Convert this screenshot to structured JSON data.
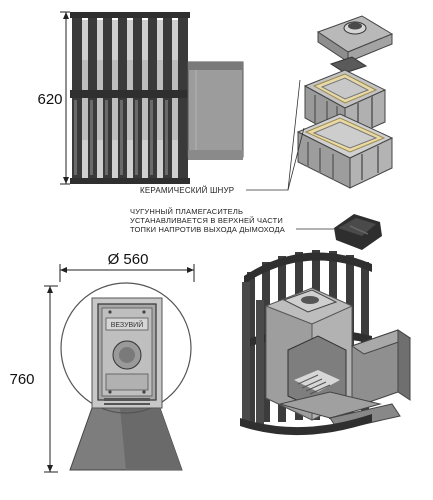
{
  "dimensions": {
    "height_top": "620",
    "diameter": "Ø 560",
    "height_bottom": "760"
  },
  "callouts": {
    "ceramic_cord": "КЕРАМИЧЕСКИЙ ШНУР",
    "flame_divider": [
      "ЧУГУННЫЙ ПЛАМЕГАСИТЕЛЬ",
      "УСТАНАВЛИВАЕТСЯ В ВЕРХНЕЙ ЧАСТИ",
      "ТОПКИ НАПРОТИВ ВЫХОДА ДЫМОХОДА"
    ]
  },
  "door_plate_text": "ВЕЗУВИЙ"
}
